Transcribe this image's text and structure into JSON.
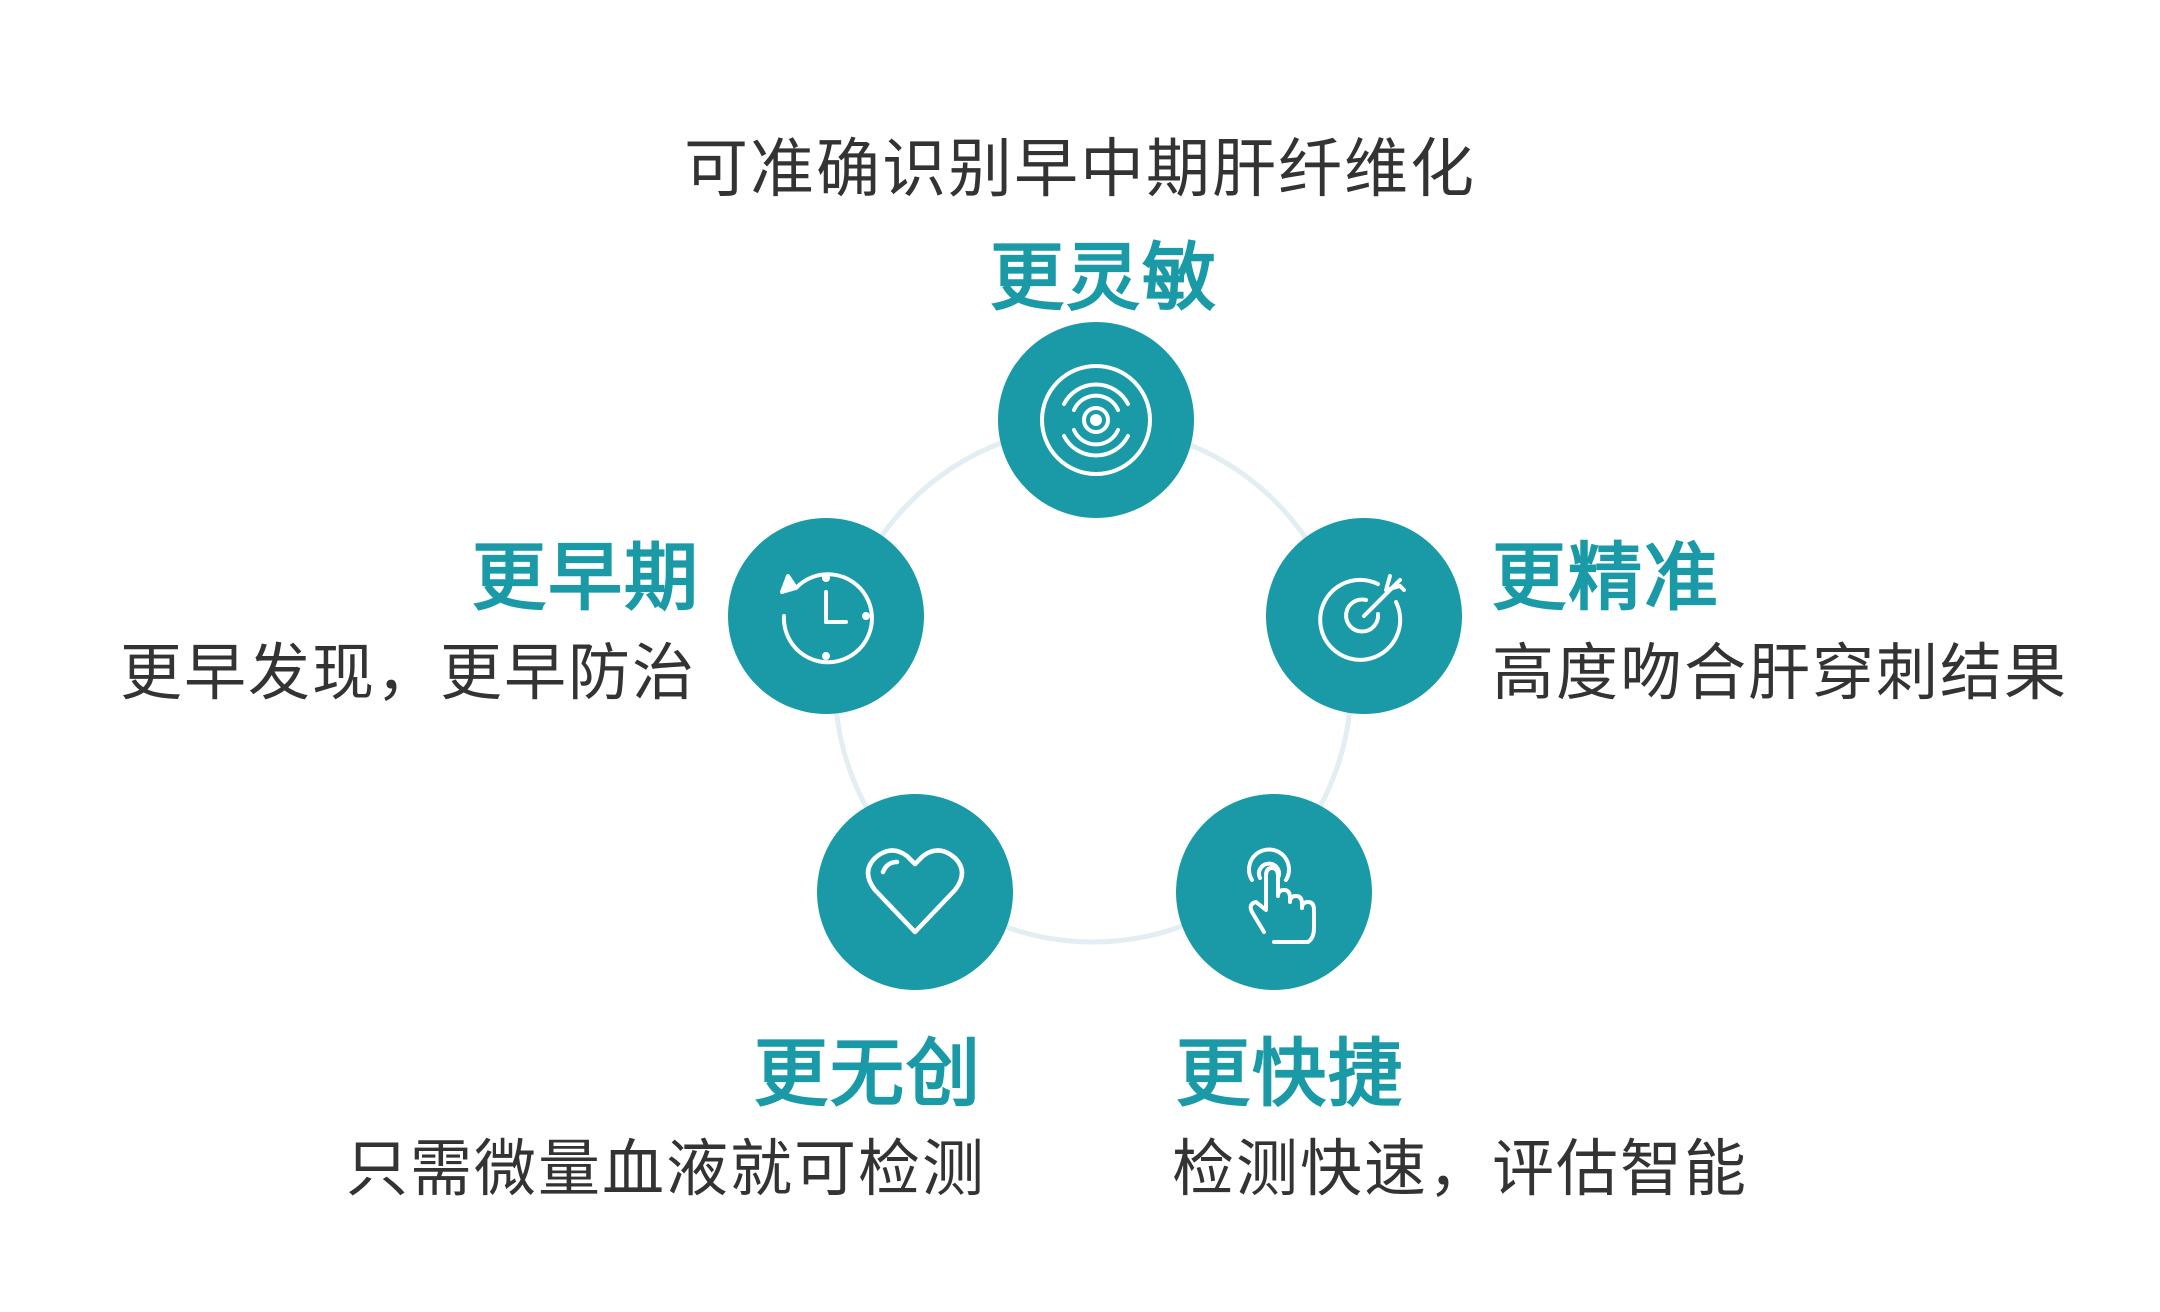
{
  "header": {
    "subtitle": "可准确识别早中期肝纤维化"
  },
  "colors": {
    "accent": "#1a9aa7",
    "ring": "#e3eef2",
    "text": "#333333"
  },
  "nodes": [
    {
      "id": "top",
      "title": "更灵敏",
      "description": "",
      "icon": "radar-icon"
    },
    {
      "id": "right",
      "title": "更精准",
      "description": "高度吻合肝穿刺结果",
      "icon": "target-icon"
    },
    {
      "id": "bottom-right",
      "title": "更快捷",
      "description": "检测快速，评估智能",
      "icon": "touch-icon"
    },
    {
      "id": "bottom-left",
      "title": "更无创",
      "description": "只需微量血液就可检测",
      "icon": "heart-icon"
    },
    {
      "id": "left",
      "title": "更早期",
      "description": "更早发现，更早防治",
      "icon": "clock-icon"
    }
  ]
}
